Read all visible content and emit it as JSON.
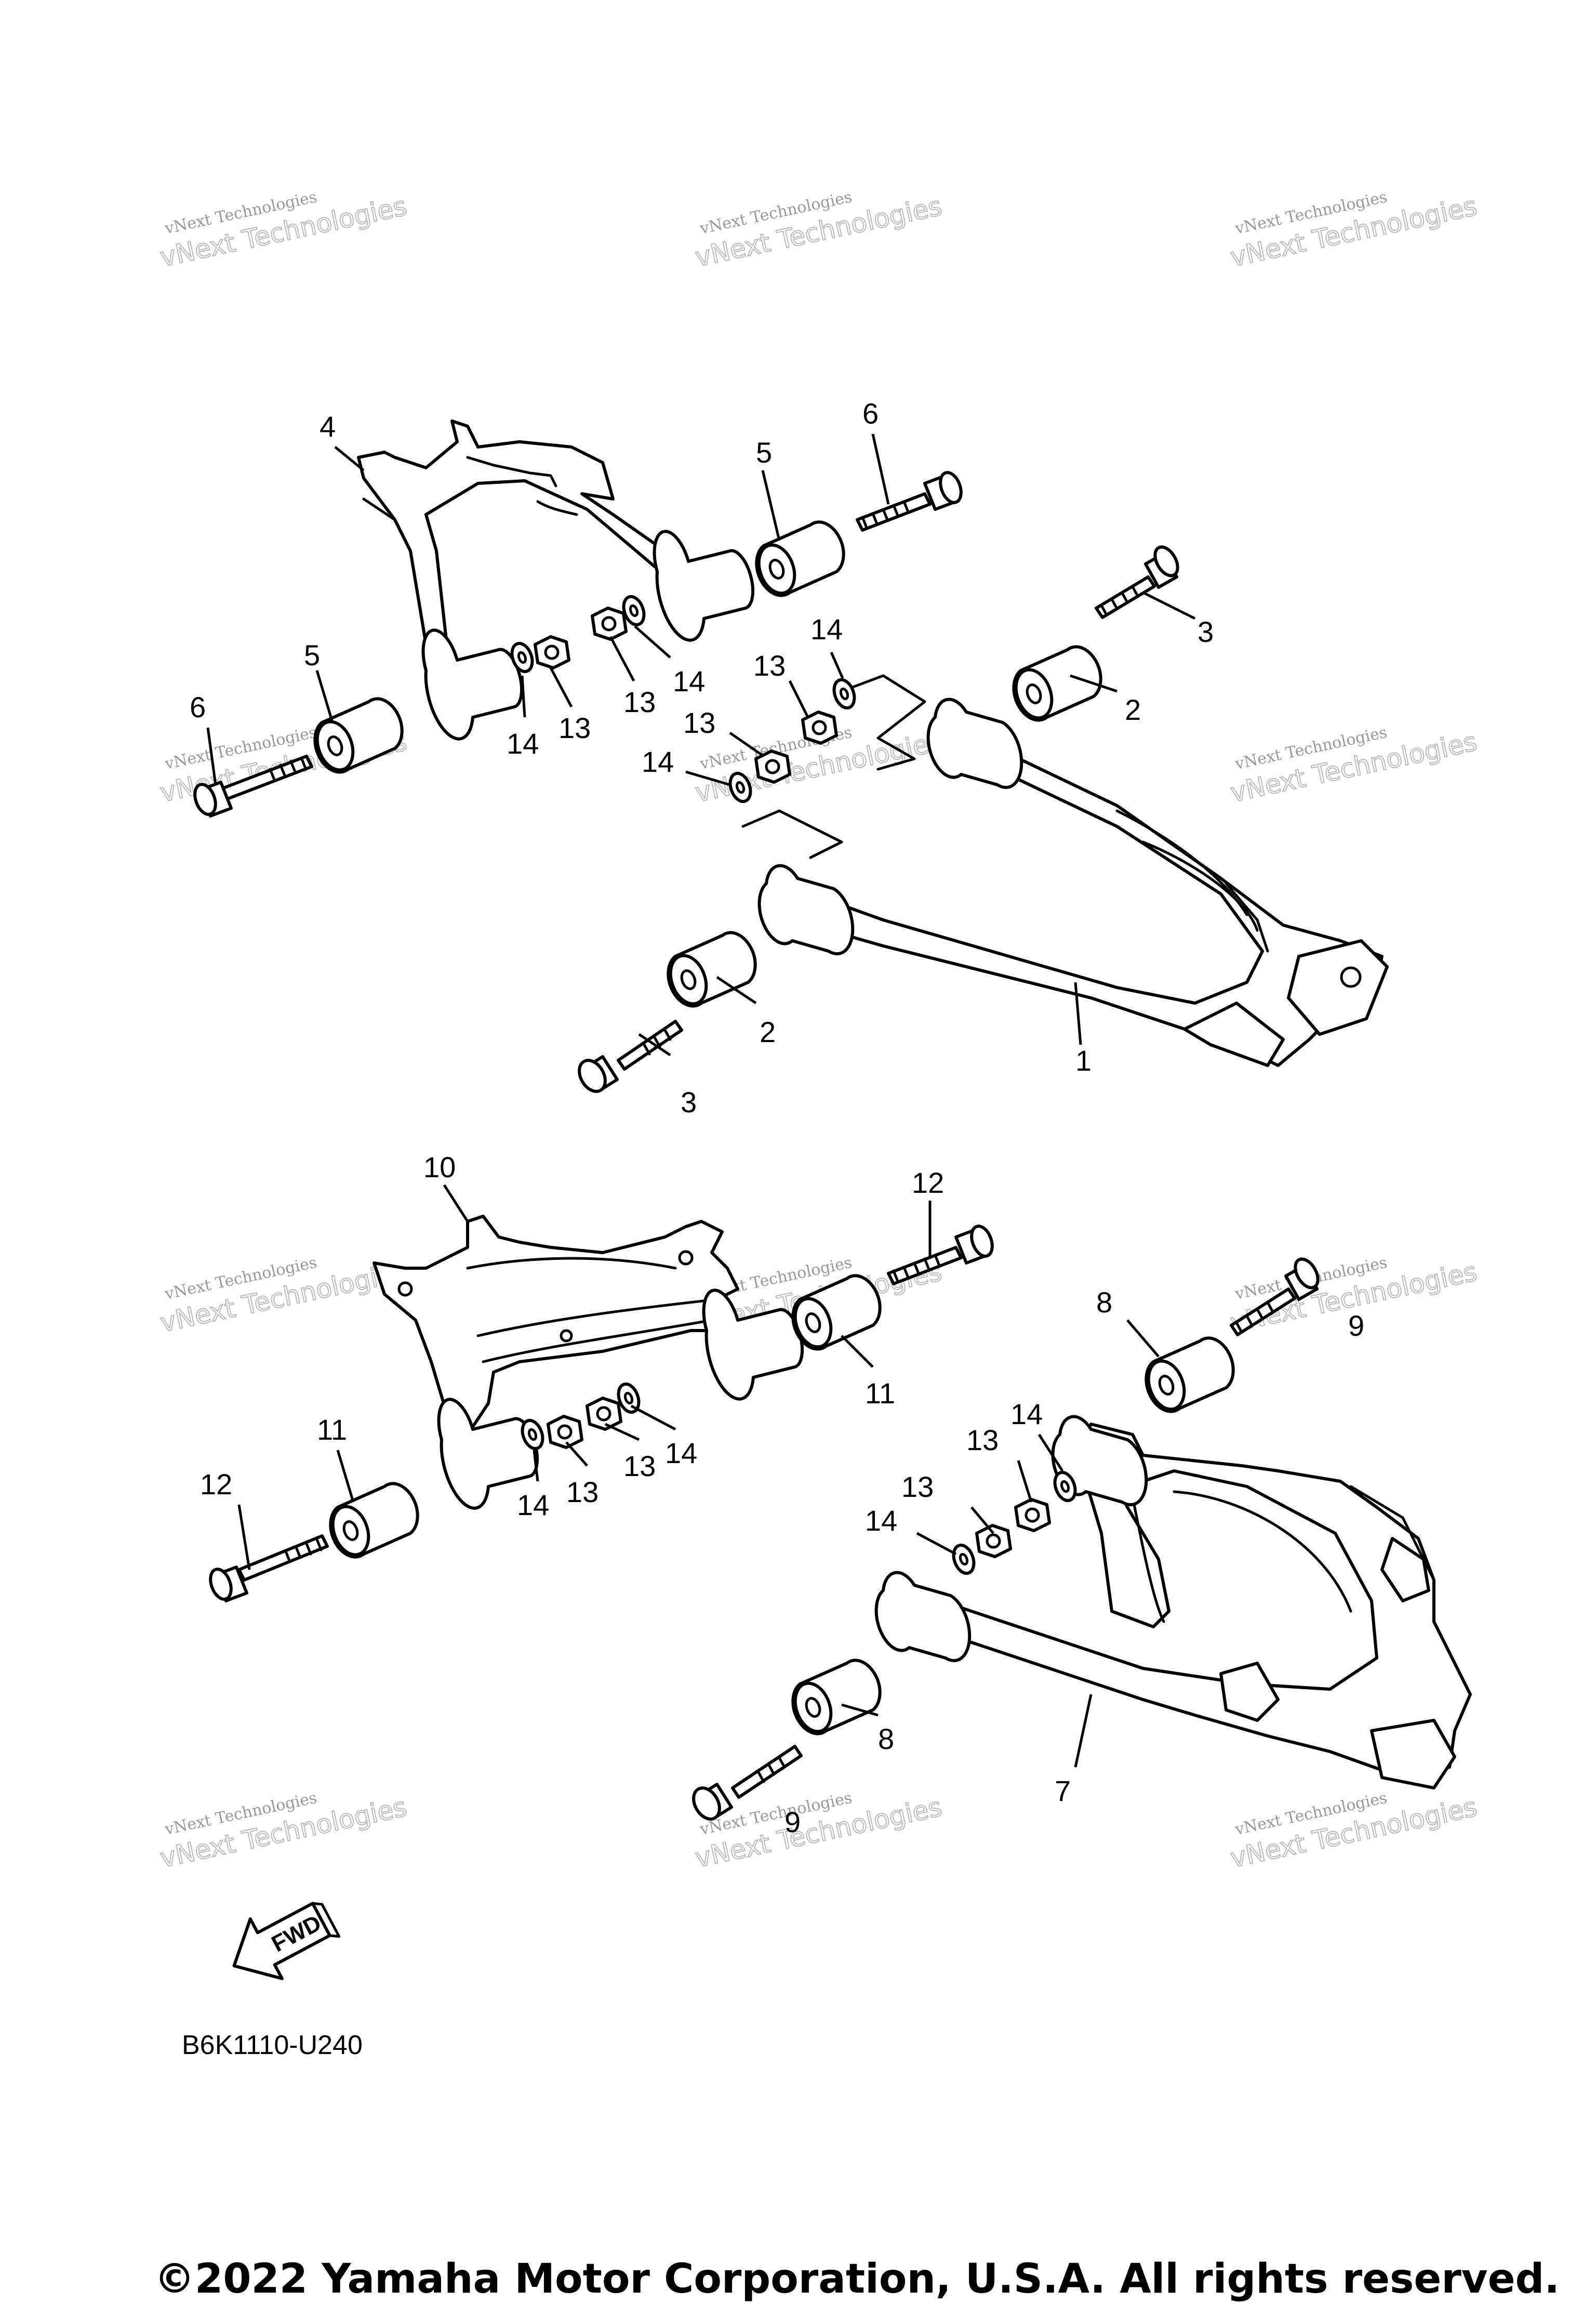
{
  "diagram": {
    "code": "B6K1110-U240",
    "copyright": "©2022 Yamaha Motor Corporation, U.S.A. All rights reserved.",
    "fwd_label": "FWD",
    "watermark": {
      "line1": "vNext Technologies",
      "line2": "vNext Technologies"
    },
    "callouts": {
      "c1": "1",
      "c2a": "2",
      "c2b": "2",
      "c3a": "3",
      "c3b": "3",
      "c4": "4",
      "c5a": "5",
      "c5b": "5",
      "c6a": "6",
      "c6b": "6",
      "c7": "7",
      "c8a": "8",
      "c8b": "8",
      "c9a": "9",
      "c9b": "9",
      "c10": "10",
      "c11a": "11",
      "c11b": "11",
      "c12a": "12",
      "c12b": "12",
      "c13a": "13",
      "c13b": "13",
      "c13c": "13",
      "c13d": "13",
      "c13e": "13",
      "c13f": "13",
      "c13g": "13",
      "c13h": "13",
      "c14a": "14",
      "c14b": "14",
      "c14c": "14",
      "c14d": "14",
      "c14e": "14",
      "c14f": "14",
      "c14g": "14",
      "c14h": "14"
    }
  }
}
